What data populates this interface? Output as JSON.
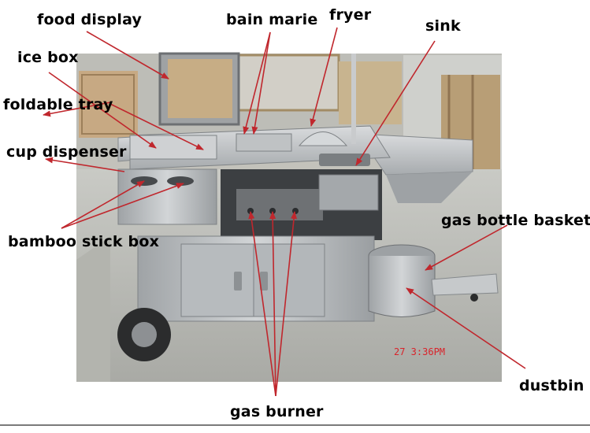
{
  "photo": {
    "description_free": true,
    "timestamp": "27  3:36PM",
    "colors": {
      "arrow": "#c0272d",
      "stamp": "#d9232a",
      "steel": "#b9bcbf",
      "floor": "#b8b9b4"
    }
  },
  "labels": {
    "food_display": "food display",
    "bain_marie": "bain marie",
    "fryer": "fryer",
    "sink": "sink",
    "ice_box": "ice box",
    "foldable_tray": "foldable tray",
    "cup_dispenser": "cup dispenser",
    "bamboo_stick_box": "bamboo stick box",
    "gas_bottle_basket": "gas bottle basket",
    "dustbin": "dustbin",
    "gas_burner": "gas burner"
  }
}
